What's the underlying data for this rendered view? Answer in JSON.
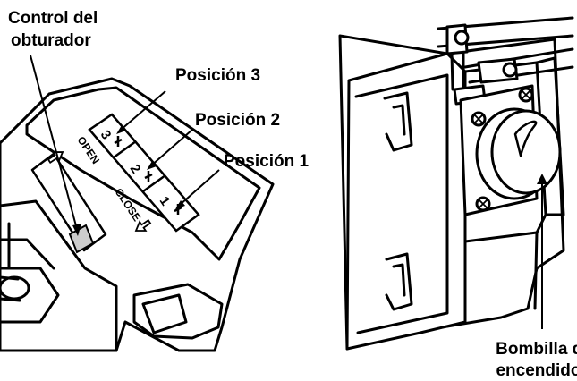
{
  "callouts": {
    "shutter_control": {
      "line1": "Control del",
      "line2": "obturador"
    },
    "position_3": "Posición 3",
    "position_2": "Posición 2",
    "position_1": "Posición 1",
    "ignition_bulb": {
      "line1": "Bombilla de",
      "line2": "encendido"
    }
  },
  "shutter_panel": {
    "open_label": "OPEN",
    "close_label": "CLOSE",
    "slot_numbers": [
      "3",
      "2",
      "1"
    ]
  },
  "colors": {
    "line": "#000000",
    "background": "#ffffff",
    "shutter_knob": "#cccccc"
  },
  "icons": {
    "open_arrow": "arrow-left-outline",
    "close_arrow": "arrow-right-outline",
    "ignition_knob": "round-knob"
  }
}
